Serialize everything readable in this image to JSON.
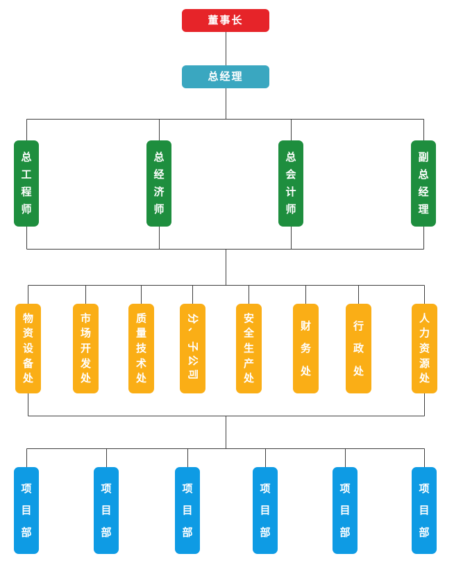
{
  "org_chart": {
    "type": "organization-chart",
    "chairman": {
      "label": "董事长"
    },
    "general_manager": {
      "label": "总经理"
    },
    "executives": [
      {
        "label": "总工程师"
      },
      {
        "label": "总经济师"
      },
      {
        "label": "总会计师"
      },
      {
        "label": "副总经理"
      }
    ],
    "departments": [
      {
        "label": "物资设备处"
      },
      {
        "label": "市场开发处"
      },
      {
        "label": "质量技术处"
      },
      {
        "label": "分、子公司"
      },
      {
        "label": "安全生产处"
      },
      {
        "label": "财务处"
      },
      {
        "label": "行政处"
      },
      {
        "label": "人力资源处"
      }
    ],
    "project_units": [
      {
        "label": "项目部"
      },
      {
        "label": "项目部"
      },
      {
        "label": "项目部"
      },
      {
        "label": "项目部"
      },
      {
        "label": "项目部"
      },
      {
        "label": "项目部"
      }
    ],
    "colors": {
      "chairman": "#e62429",
      "general_manager": "#3aa7c0",
      "executive": "#1e8e3e",
      "department": "#faae16",
      "project": "#0e9be4",
      "connector": "#3c3c3c",
      "text": "#ffffff",
      "background": "#ffffff"
    }
  }
}
